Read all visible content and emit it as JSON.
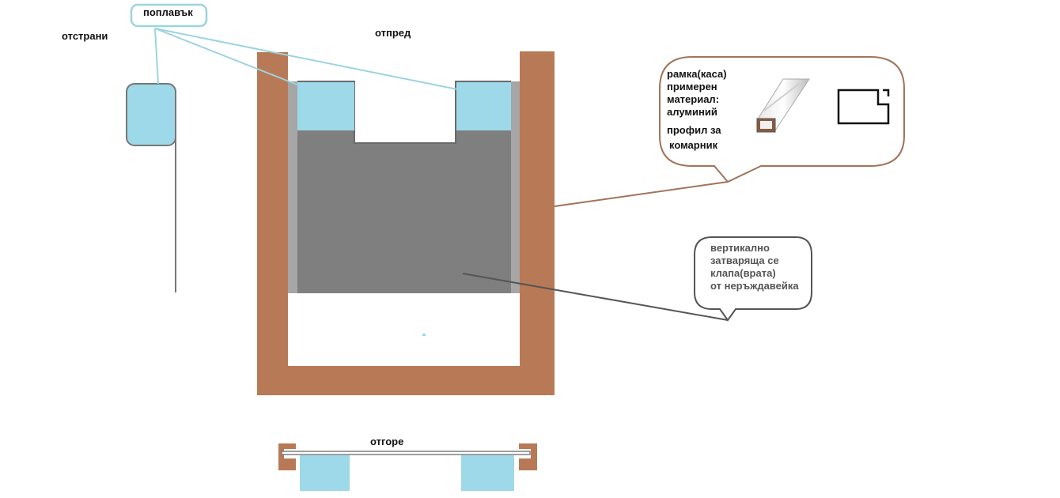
{
  "labels": {
    "float": "поплавък",
    "side_view": "отстрани",
    "front_view": "отпред",
    "top_view": "отгоре",
    "frame_callout": {
      "line1": "рамка(каса)",
      "line2": "примерен",
      "line3": "материал:",
      "line4": "алуминий",
      "line5": "профил за",
      "line6": "комарник"
    },
    "flap_callout": {
      "line1": "вертикално",
      "line2": "затваряща се",
      "line3": "клапа(врата)",
      "line4": "от неръждавейка"
    }
  },
  "colors": {
    "frame": "#b87a56",
    "float": "#9dd9e8",
    "flap": "#7f7f7f",
    "rail": "#a6a6a6",
    "float_line": "#9dd3e0",
    "frame_line": "#a0745a",
    "flap_line": "#555555",
    "side_outline": "#777777"
  },
  "icons": {
    "profile_photo": "aluminium-profile-icon",
    "profile_section": "profile-cross-section-icon"
  }
}
